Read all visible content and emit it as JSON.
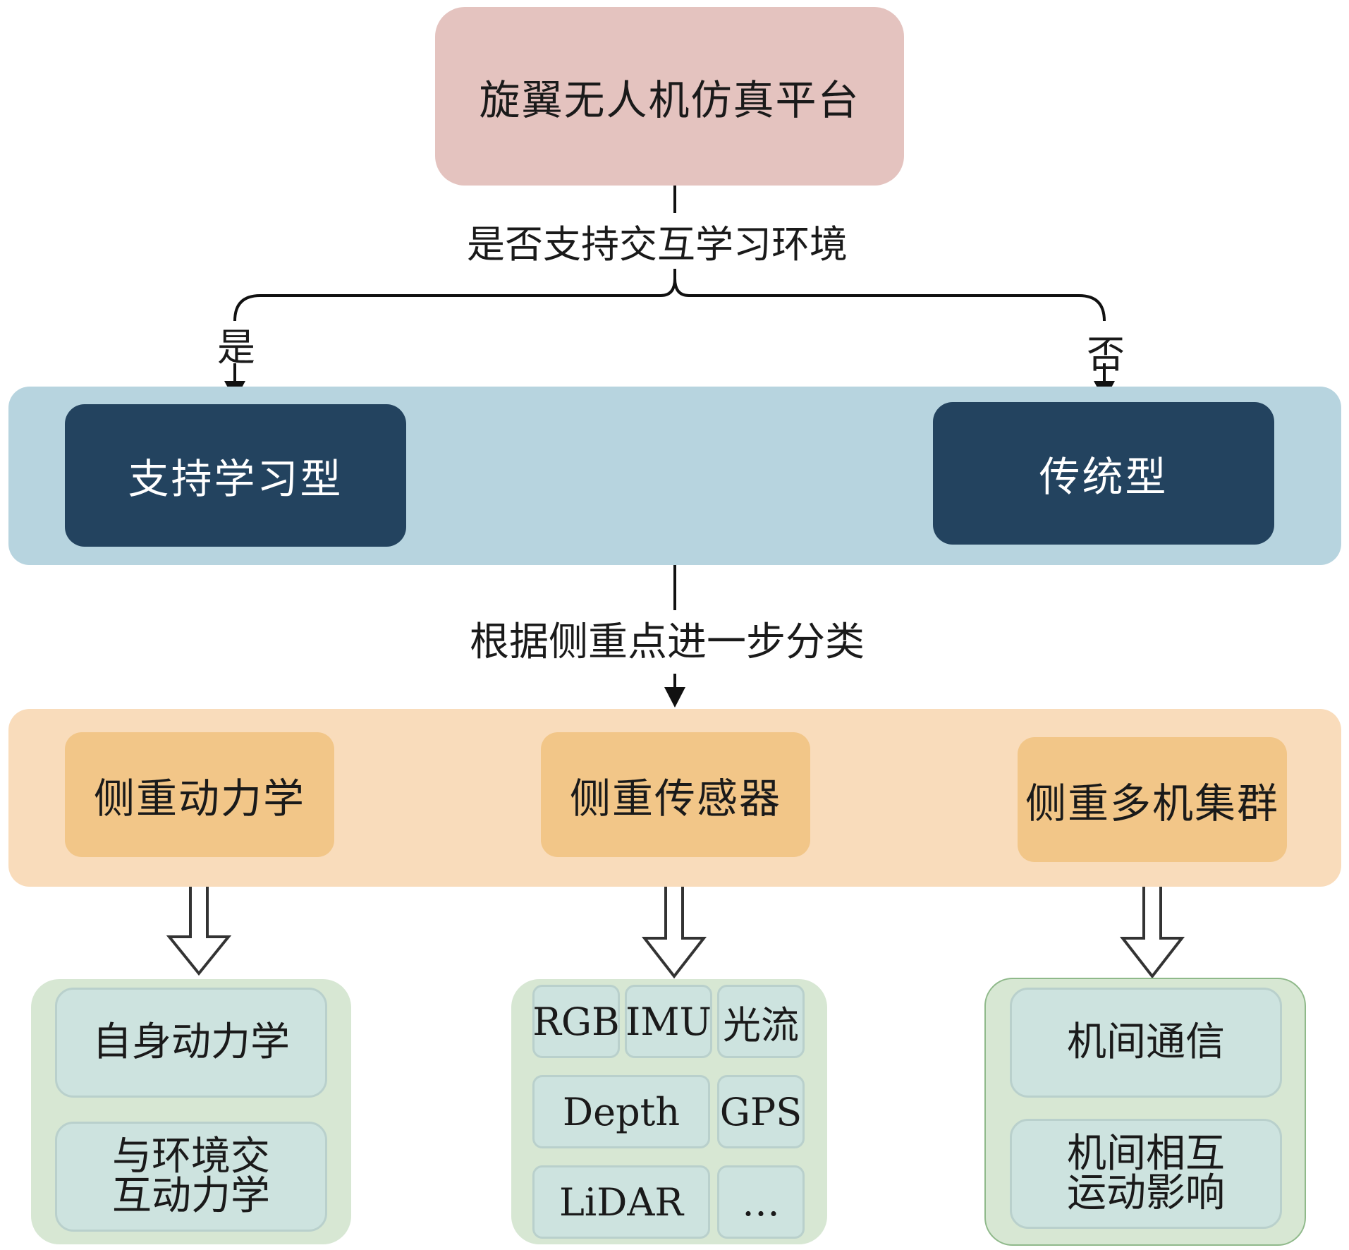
{
  "root": {
    "title": "旋翼无人机仿真平台"
  },
  "branch": {
    "question": "是否支持交互学习环境",
    "yes_label": "是",
    "no_label": "否"
  },
  "types": {
    "learning": "支持学习型",
    "traditional": "传统型"
  },
  "classify_label": "根据侧重点进一步分类",
  "focus": {
    "dynamics": "侧重动力学",
    "sensors": "侧重传感器",
    "swarm": "侧重多机集群"
  },
  "details": {
    "dynamics": [
      "自身动力学",
      "与环境交",
      "互动力学"
    ],
    "sensors": [
      "RGB",
      "IMU",
      "光流",
      "Depth",
      "GPS",
      "LiDAR",
      "…"
    ],
    "swarm": [
      "机间通信",
      "机间相互",
      "运动影响"
    ]
  },
  "colors": {
    "root_fill": "#e4c3bf",
    "blue_band": "#b7d4df",
    "dark_box": "#23435f",
    "orange_band": "#f9dcbb",
    "orange_box": "#f2c688",
    "green_panel": "#d7e7d3",
    "teal_box": "#cde3df"
  }
}
